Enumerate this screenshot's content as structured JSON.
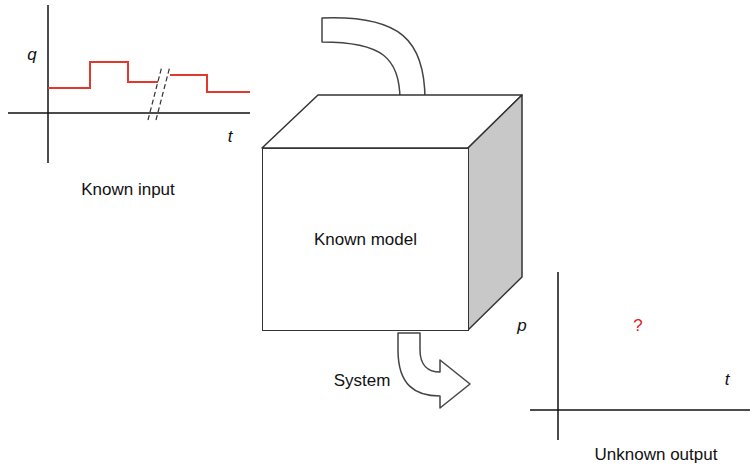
{
  "diagram": {
    "nodes": [
      {
        "text": [
          "Known model"
        ]
      }
    ],
    "labels": [
      "q",
      "t",
      "Known input",
      "System",
      "p",
      "?",
      "t",
      "Unknown output"
    ]
  }
}
